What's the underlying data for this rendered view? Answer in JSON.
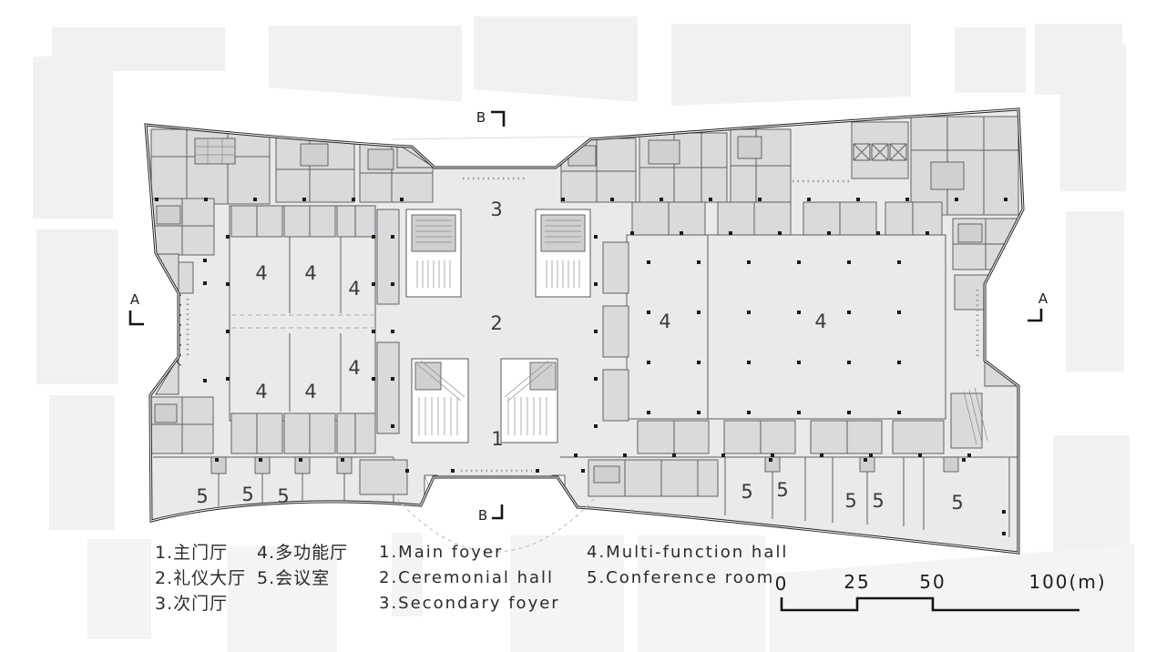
{
  "legend": {
    "zh": [
      "1.主门厅",
      "2.礼仪大厅",
      "3.次门厅",
      "4.多功能厅",
      "5.会议室"
    ],
    "en": [
      "1.Main foyer",
      "2.Ceremonial hall",
      "3.Secondary foyer",
      "4.Multi-function hall",
      "5.Conference room"
    ]
  },
  "rooms": {
    "r1": "1",
    "r2": "2",
    "r3": "3",
    "r4": "4",
    "r5": "5"
  },
  "sections": {
    "a": "A",
    "b": "B"
  },
  "scale_bar": {
    "ticks": [
      "0",
      "25",
      "50",
      "100(m)"
    ]
  },
  "colors": {
    "background": "#ffffff",
    "context_block": "#f1f1f1",
    "floor": "#e9eaea",
    "room_poche": "#d9dadb",
    "wall_line": "#565656",
    "building_outline": "#202020",
    "column": "#1b1b1b",
    "label_text": "#3a3a3a",
    "dashed_arc": "#c3c3c3"
  }
}
